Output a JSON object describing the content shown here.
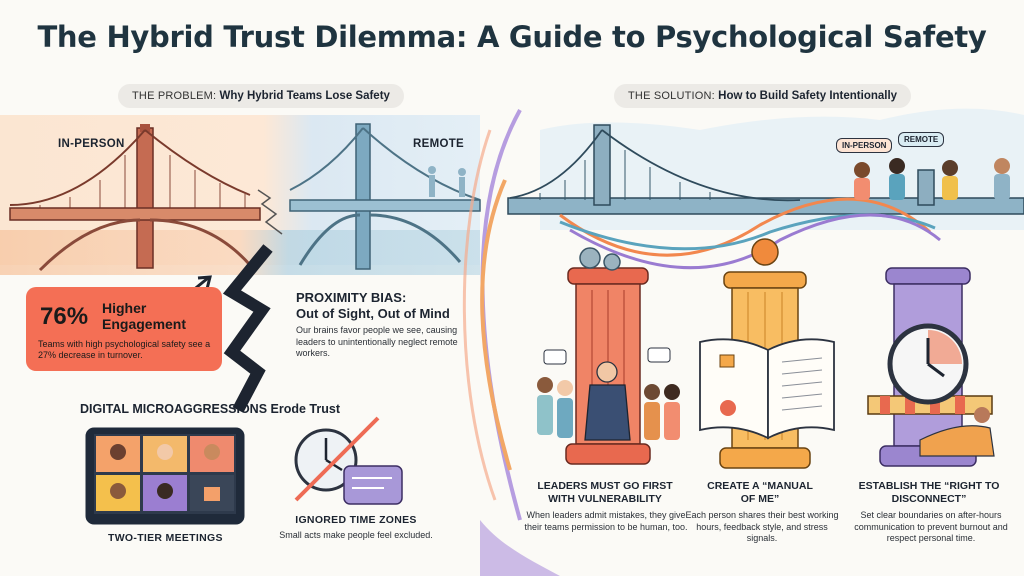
{
  "title": "The Hybrid Trust Dilemma: A Guide to Psychological Safety",
  "problem": {
    "tag": "THE PROBLEM:",
    "heading": "Why Hybrid Teams Lose Safety",
    "label_in_person": "IN-PERSON",
    "label_remote": "REMOTE",
    "stat_value": "76%",
    "stat_label": "Higher Engagement",
    "stat_desc": "Teams with high psychological safety see a 27% decrease in turnover.",
    "bias_title": "PROXIMITY BIAS:",
    "bias_subtitle": "Out of Sight, Out of Mind",
    "bias_desc": "Our brains favor people we see, causing leaders to unintentionally neglect remote workers.",
    "micro_heading": "DIGITAL MICROAGGRESSIONS Erode Trust",
    "meetings_label": "TWO-TIER MEETINGS",
    "timezones_title": "IGNORED TIME ZONES",
    "timezones_desc": "Small acts make people feel excluded."
  },
  "solution": {
    "tag": "THE SOLUTION:",
    "heading": "How to Build Safety Intentionally",
    "bubble_in_person": "IN-PERSON",
    "bubble_remote": "REMOTE",
    "cards": [
      {
        "title": "LEADERS MUST GO FIRST WITH VULNERABILITY",
        "desc": "When leaders admit mistakes, they give their teams permission to be human, too."
      },
      {
        "title": "CREATE A “MANUAL OF ME”",
        "desc": "Each person shares their best working hours, feedback style, and stress signals."
      },
      {
        "title": "ESTABLISH THE “RIGHT TO DISCONNECT”",
        "desc": "Set clear boundaries on after-hours communication to prevent burnout and respect personal time."
      }
    ]
  },
  "colors": {
    "coral": "#f46f55",
    "teal": "#5e9eb0",
    "purple": "#8b78c0",
    "orange": "#f0a04a"
  }
}
